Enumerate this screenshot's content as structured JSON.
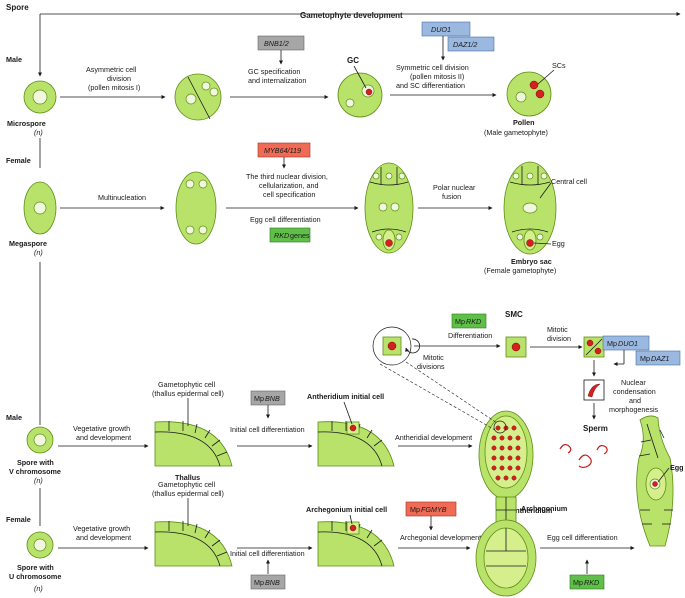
{
  "header": {
    "spore": "Spore",
    "gametophyte_development": "Gametophyte development"
  },
  "male_row": {
    "label": "Male",
    "microspore": "Microspore",
    "n": "(n)",
    "step1_l1": "Asymmetric cell",
    "step1_l2": "division",
    "step1_l3": "(pollen mitosis I)",
    "gene1": "BNB1/2",
    "step2_l1": "GC specification",
    "step2_l2": "and internalization",
    "gc": "GC",
    "gene2": "DUO1",
    "gene3": "DAZ1/2",
    "step3_l1": "Symmetric cell division",
    "step3_l2": "(pollen mitosis II)",
    "step3_l3": "and SC differentiation",
    "scs": "SCs",
    "pollen": "Pollen",
    "pollen_sub": "(Male gametophyte)"
  },
  "female_row": {
    "label": "Female",
    "megaspore": "Megaspore",
    "n": "(n)",
    "step1": "Multinucleation",
    "gene1": "MYB64/119",
    "step2_l1": "The third nuclear division,",
    "step2_l2": "cellularization, and",
    "step2_l3": "cell specification",
    "step3": "Egg cell differentiation",
    "gene2": "RKD",
    "gene2_suffix": "genes",
    "step4_l1": "Polar nuclear",
    "step4_l2": "fusion",
    "central_cell": "Central cell",
    "egg": "Egg",
    "embryo_sac": "Embryo sac",
    "embryo_sac_sub": "(Female gametophyte)"
  },
  "liverwort_male": {
    "label": "Male",
    "spore_l1": "Spore with",
    "spore_l2": "V chromosome",
    "n": "(n)",
    "step1_l1": "Vegetative growth",
    "step1_l2": "and development",
    "gametophytic_l1": "Gametophytic cell",
    "gametophytic_l2": "(thallus epidermal cell)",
    "thallus": "Thallus",
    "gene1_prefix": "Mp",
    "gene1": "BNB",
    "step2": "Initial cell differentiation",
    "antheridium_initial": "Antheridium initial cell",
    "step3": "Antheridial development",
    "antheridium": "Antheridium",
    "mitotic_l1": "Mitotic",
    "mitotic_l2": "divisions",
    "gene2_prefix": "Mp",
    "gene2": "RKD",
    "differentiation": "Differentiation",
    "smc": "SMC",
    "step4_l1": "Mitotic",
    "step4_l2": "division",
    "gene3_prefix": "Mp",
    "gene3": "DUO1",
    "gene4_prefix": "Mp",
    "gene4": "DAZ1",
    "nuclear_l1": "Nuclear",
    "nuclear_l2": "condensation",
    "nuclear_l3": "and",
    "nuclear_l4": "morphogenesis",
    "sperm": "Sperm"
  },
  "liverwort_female": {
    "label": "Female",
    "spore_l1": "Spore with",
    "spore_l2": "U chromosome",
    "n": "(n)",
    "step1_l1": "Vegetative growth",
    "step1_l2": "and development",
    "gametophytic_l1": "Gametophytic cell",
    "gametophytic_l2": "(thallus epidermal cell)",
    "step2": "Initial cell differentiation",
    "gene1_prefix": "Mp",
    "gene1": "BNB",
    "archegonium_initial": "Archegonium initial cell",
    "gene2_prefix": "Mp",
    "gene2": "FGMYB",
    "step3": "Archegonial development",
    "archegonium": "Archegonium",
    "step4": "Egg cell differentiation",
    "gene3_prefix": "Mp",
    "gene3": "RKD",
    "egg": "Egg"
  }
}
